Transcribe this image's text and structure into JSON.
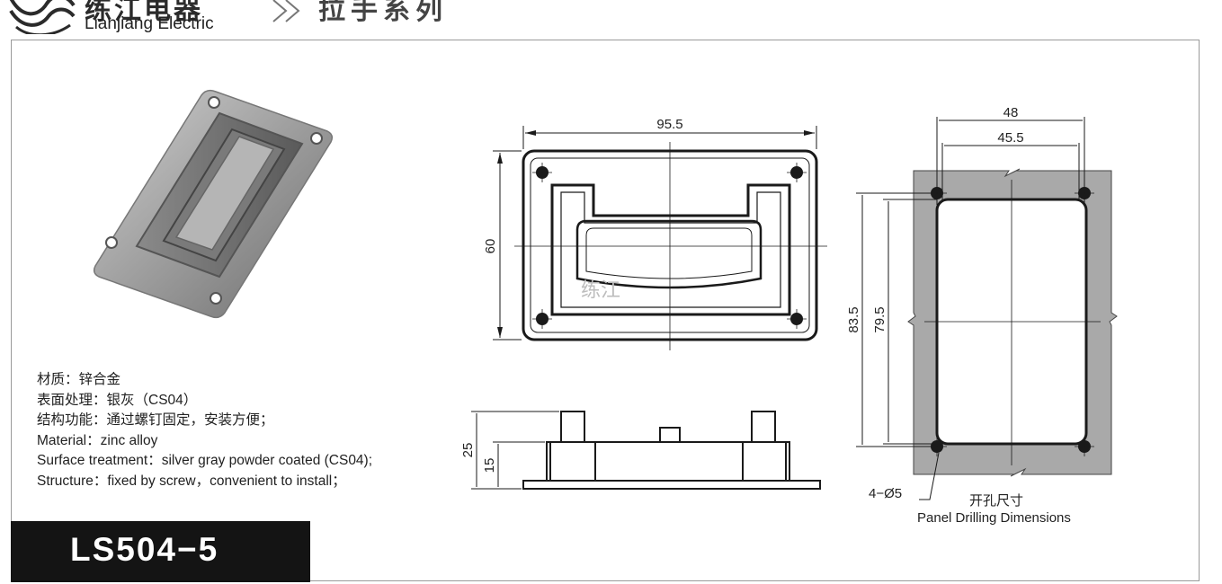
{
  "header": {
    "brand_cn": "练江电器",
    "brand_en": "Lianjiang Electric",
    "series_title": "拉手系列",
    "icons": {
      "logo": "wave-logo-icon",
      "separator": "double-chevron-icon"
    }
  },
  "specs": {
    "material_cn": "材质：锌合金",
    "surface_cn": "表面处理：银灰（CS04）",
    "structure_cn": "结构功能：通过螺钉固定，安装方便；",
    "material_en": "Material：zinc alloy",
    "surface_en": "Surface treatment：silver gray powder coated (CS04);",
    "structure_en": "Structure：fixed by screw，convenient to install；"
  },
  "front_view": {
    "width_dim": "95.5",
    "height_dim": "60",
    "watermark": "练江"
  },
  "side_view": {
    "total_height_dim": "25",
    "base_height_dim": "15"
  },
  "panel_cutout": {
    "outer_width_dim": "48",
    "inner_width_dim": "45.5",
    "outer_height_dim": "83.5",
    "inner_height_dim": "79.5",
    "hole_dim": "4−Ø5",
    "caption_cn": "开孔尺寸",
    "caption_en": "Panel Drilling Dimensions"
  },
  "model": {
    "code": "LS504−5"
  },
  "colors": {
    "model_bg": "#141414",
    "plate_gray": "#a9a9a9",
    "line": "#1a1a1a"
  }
}
